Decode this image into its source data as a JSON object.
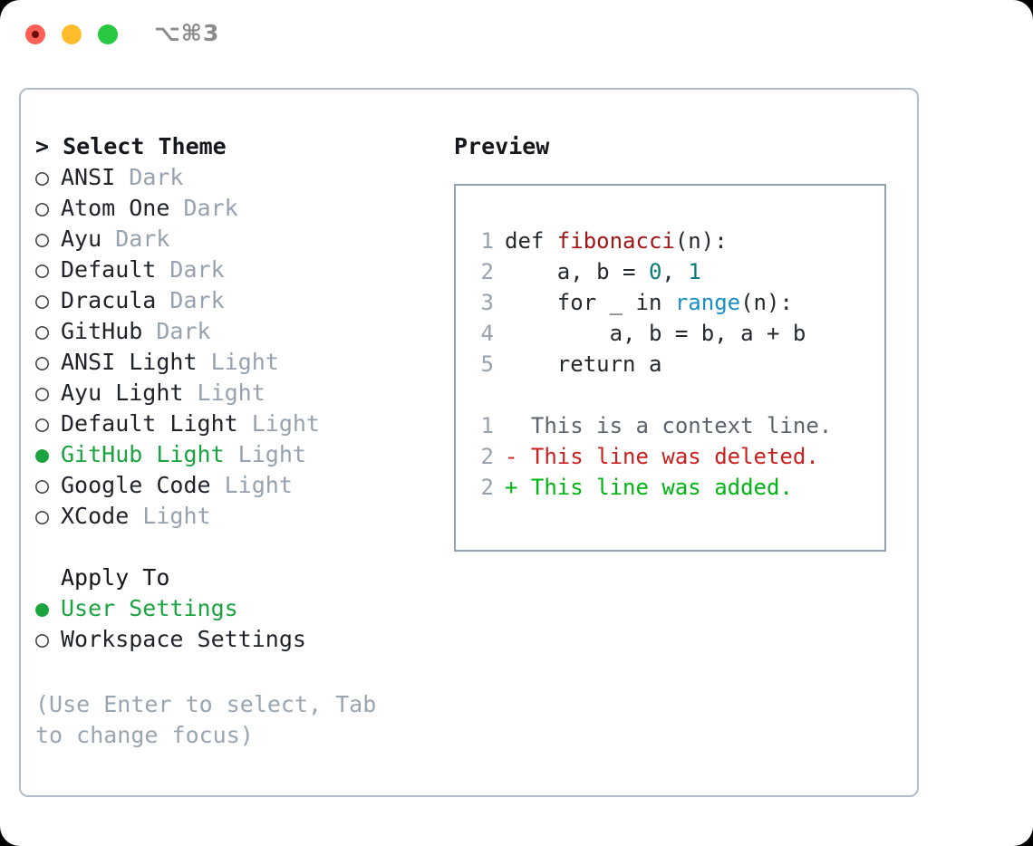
{
  "titlebar": {
    "shortcut": "⌥⌘3",
    "buttons": {
      "close": "close",
      "minimize": "minimize",
      "maximize": "maximize"
    }
  },
  "theme_selector": {
    "heading": "> Select Theme",
    "marker_selected": "●",
    "marker_unselected": "○",
    "items": [
      {
        "name": "ANSI",
        "category": "Dark",
        "selected": false
      },
      {
        "name": "Atom One",
        "category": "Dark",
        "selected": false
      },
      {
        "name": "Ayu",
        "category": "Dark",
        "selected": false
      },
      {
        "name": "Default",
        "category": "Dark",
        "selected": false
      },
      {
        "name": "Dracula",
        "category": "Dark",
        "selected": false
      },
      {
        "name": "GitHub",
        "category": "Dark",
        "selected": false
      },
      {
        "name": "ANSI Light",
        "category": "Light",
        "selected": false
      },
      {
        "name": "Ayu Light",
        "category": "Light",
        "selected": false
      },
      {
        "name": "Default Light",
        "category": "Light",
        "selected": false
      },
      {
        "name": "GitHub Light",
        "category": "Light",
        "selected": true
      },
      {
        "name": "Google Code",
        "category": "Light",
        "selected": false
      },
      {
        "name": "XCode",
        "category": "Light",
        "selected": false
      }
    ]
  },
  "apply_to": {
    "heading": "Apply To",
    "items": [
      {
        "name": "User Settings",
        "selected": true
      },
      {
        "name": "Workspace Settings",
        "selected": false
      }
    ]
  },
  "hint": "(Use Enter to select, Tab to change focus)",
  "preview": {
    "title": "Preview",
    "code_lines": [
      {
        "no": "1",
        "tokens": [
          {
            "t": "def ",
            "k": "plain"
          },
          {
            "t": "fibonacci",
            "k": "fn"
          },
          {
            "t": "(n):",
            "k": "plain"
          }
        ]
      },
      {
        "no": "2",
        "tokens": [
          {
            "t": "    a, b = ",
            "k": "plain"
          },
          {
            "t": "0",
            "k": "num"
          },
          {
            "t": ", ",
            "k": "plain"
          },
          {
            "t": "1",
            "k": "num"
          }
        ]
      },
      {
        "no": "3",
        "tokens": [
          {
            "t": "    for _ in ",
            "k": "plain"
          },
          {
            "t": "range",
            "k": "builtin"
          },
          {
            "t": "(n):",
            "k": "plain"
          }
        ]
      },
      {
        "no": "4",
        "tokens": [
          {
            "t": "        a, b = b, a + b",
            "k": "plain"
          }
        ]
      },
      {
        "no": "5",
        "tokens": [
          {
            "t": "    return a",
            "k": "plain"
          }
        ]
      }
    ],
    "diff_lines": [
      {
        "no": "1",
        "sign": " ",
        "text": " This is a context line.",
        "kind": "ctx"
      },
      {
        "no": "2",
        "sign": "-",
        "text": " This line was deleted.",
        "kind": "del"
      },
      {
        "no": "2",
        "sign": "+",
        "text": " This line was added.",
        "kind": "add"
      }
    ]
  },
  "colors": {
    "selected_green": "#1aa33e",
    "muted_gray": "#97a2b0",
    "hint_gray": "#9aa5b2",
    "panel_border": "#b2bbc7",
    "code_border": "#93a0b0",
    "diff_add": "#00b512",
    "diff_del": "#cc1f1f",
    "token_fn": "#a31515",
    "token_num": "#0d7a7a",
    "token_builtin": "#1a8fc7"
  }
}
